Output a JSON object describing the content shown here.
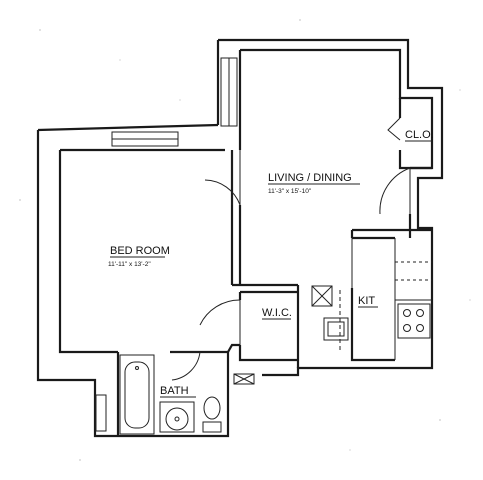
{
  "rooms": {
    "living_dining": {
      "name": "LIVING / DINING",
      "dimensions": "11'-3\" x 15'-10\""
    },
    "bedroom": {
      "name": "BED ROOM",
      "dimensions": "11'-11\" x 13'-2\""
    },
    "closet": {
      "name": "CL.O."
    },
    "walk_in_closet": {
      "name": "W.I.C."
    },
    "kitchen": {
      "name": "KIT"
    },
    "bath": {
      "name": "BATH"
    }
  }
}
